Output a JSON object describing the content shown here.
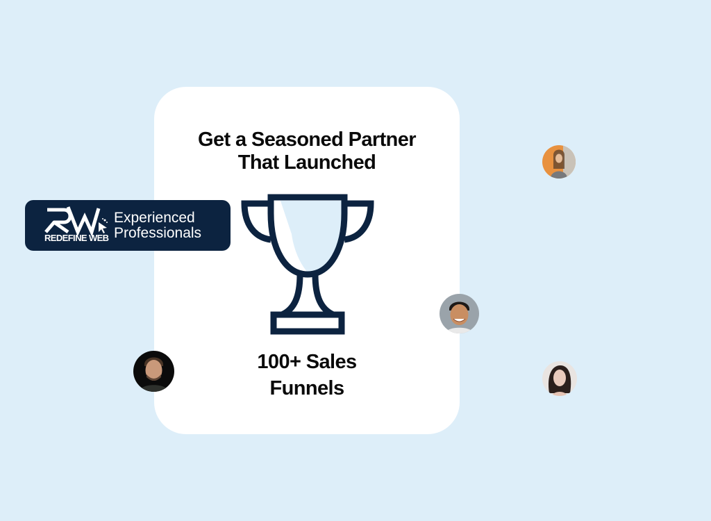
{
  "card": {
    "title_line1": "Get a Seasoned Partner",
    "title_line2": "That Launched",
    "stat_line1": "100+ Sales",
    "stat_line2": "Funnels",
    "icon": "trophy-icon"
  },
  "badge": {
    "logo_mark": "RW",
    "logo_text": "REDEFINE WEB",
    "label_line1": "Experienced",
    "label_line2": "Professionals"
  },
  "avatars": [
    {
      "name": "avatar-woman-orange-bg",
      "bg": "#e8913f"
    },
    {
      "name": "avatar-man-smiling",
      "bg": "#9aa3aa"
    },
    {
      "name": "avatar-man-dark-bg",
      "bg": "#0b0b0b"
    },
    {
      "name": "avatar-woman-dark-hair",
      "bg": "#e9e4e1"
    }
  ],
  "colors": {
    "background": "#ddeef9",
    "card": "#ffffff",
    "navy": "#0c2340",
    "trophy_fill": "#ddeef9"
  }
}
